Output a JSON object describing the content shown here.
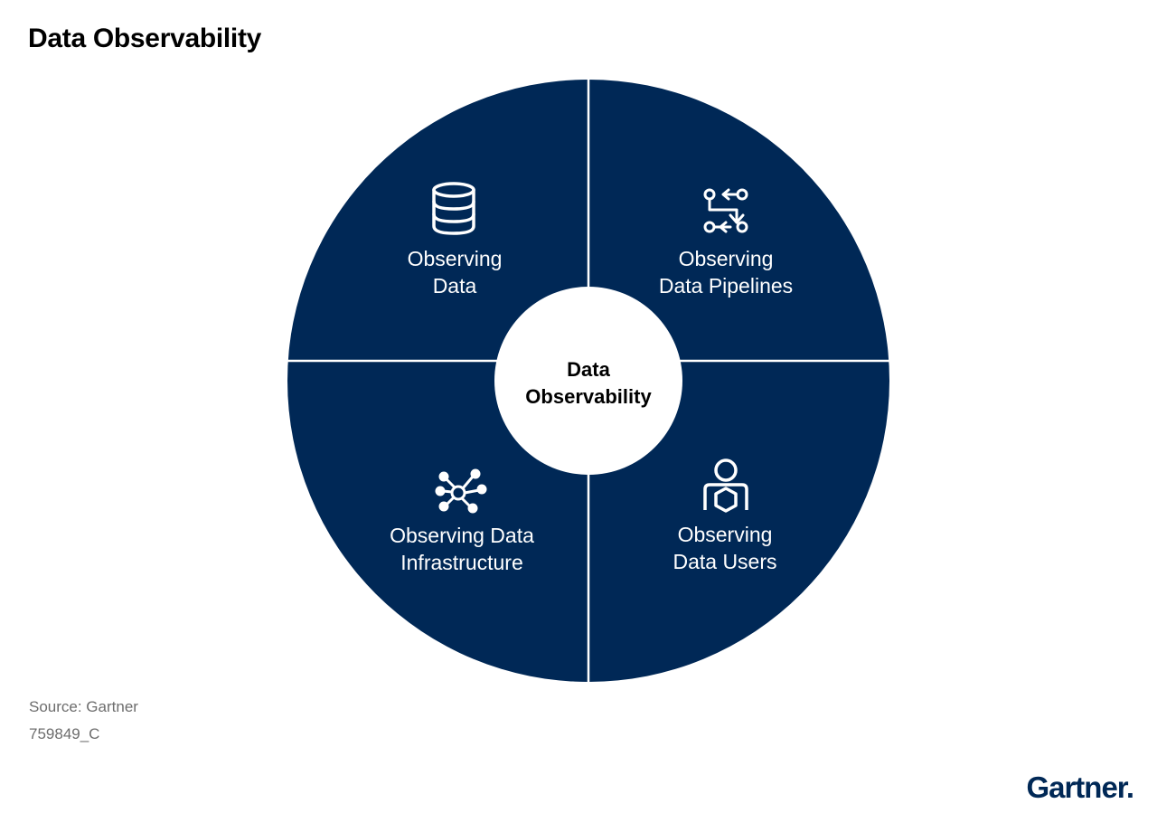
{
  "title": "Data Observability",
  "center": {
    "line1": "Data",
    "line2": "Observability"
  },
  "quadrants": [
    {
      "line1": "Observing",
      "line2": "Data",
      "icon": "database-icon"
    },
    {
      "line1": "Observing",
      "line2": "Data Pipelines",
      "icon": "pipeline-flow-icon"
    },
    {
      "line1": "Observing Data",
      "line2": "Infrastructure",
      "icon": "network-hub-icon"
    },
    {
      "line1": "Observing",
      "line2": "Data Users",
      "icon": "user-icon"
    }
  ],
  "footer": {
    "source": "Source: Gartner",
    "code": "759849_C"
  },
  "logo": {
    "text": "Gartner",
    "mark": "."
  },
  "colors": {
    "quadrant_fill": "#002856",
    "divider": "#ffffff",
    "center_fill": "#ffffff"
  }
}
